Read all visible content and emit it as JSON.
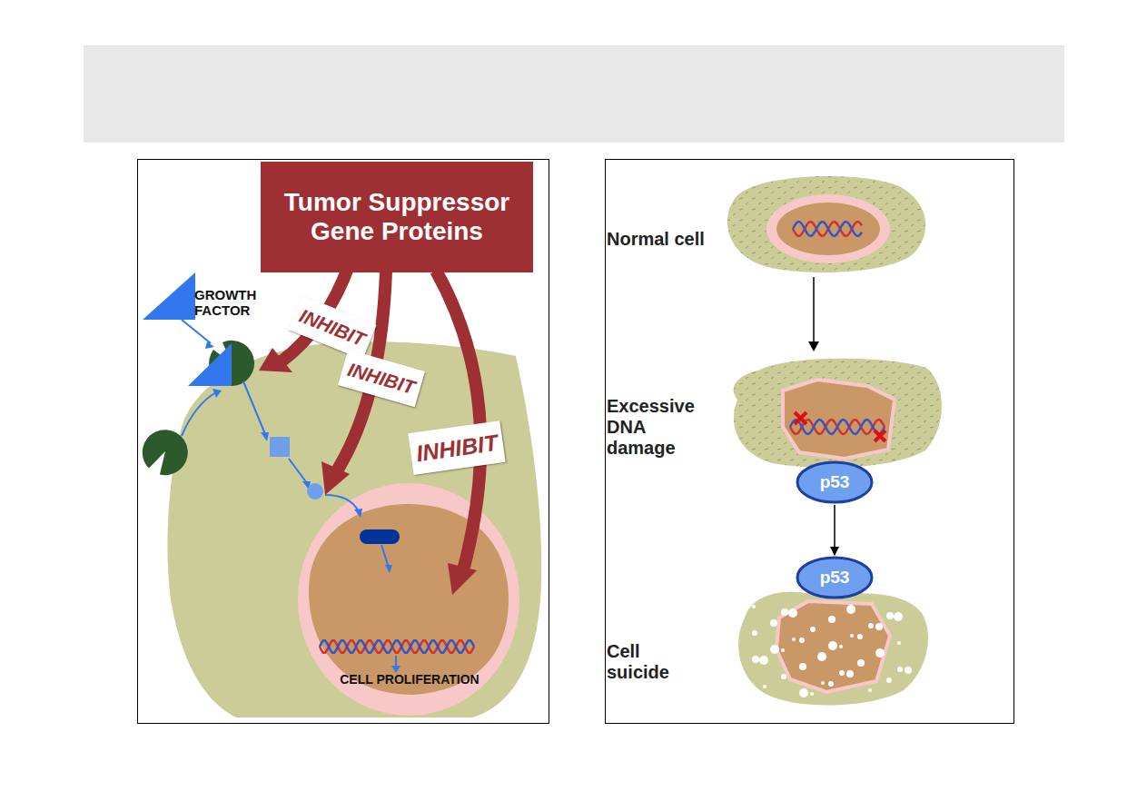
{
  "diagram": {
    "nodes": [
      {
        "text": [
          "Tumor Suppressor Gene Proteins"
        ]
      },
      {
        "text": [
          "p53"
        ]
      },
      {
        "text": [
          "p53"
        ]
      }
    ],
    "edges": [
      {
        "from": 1,
        "to": 2,
        "arrow": "to"
      }
    ],
    "labels": [
      "INHIBIT",
      "INHIBIT",
      "INHIBIT",
      "GROWTH FACTOR",
      "CELL PROLIFERATION",
      "Normal cell",
      "Excessive DNA damage",
      "Cell suicide"
    ]
  }
}
